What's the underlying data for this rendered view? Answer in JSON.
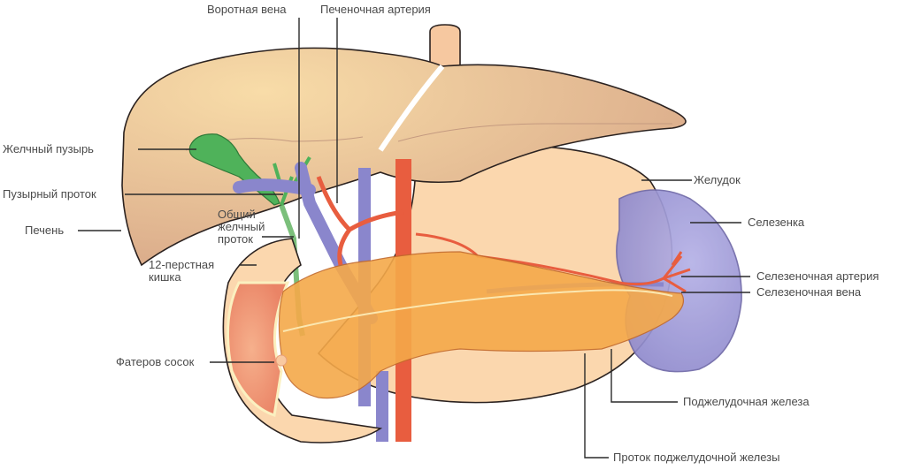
{
  "diagram": {
    "title": "Анатомия печени, желчных путей, поджелудочной железы и селезенки",
    "labels": {
      "portal_vein": "Воротная вена",
      "hepatic_artery": "Печеночная артерия",
      "gallbladder": "Желчный пузырь",
      "cystic_duct": "Пузырный проток",
      "liver": "Печень",
      "common_bile_duct_1": "Общий",
      "common_bile_duct_2": "желчный",
      "common_bile_duct_3": "проток",
      "duodenum_1": "12-перстная",
      "duodenum_2": "кишка",
      "vater_papilla": "Фатеров сосок",
      "stomach": "Желудок",
      "spleen": "Селезенка",
      "splenic_artery": "Селезеночная артерия",
      "splenic_vein": "Селезеночная вена",
      "pancreas": "Поджелудочная железа",
      "pancreatic_duct": "Проток поджелудочной железы"
    },
    "colors": {
      "liver": "#e8bf9a",
      "liver_highlight": "#f6d9a8",
      "stomach": "#fbd7ae",
      "pancreas": "#f5a94a",
      "gallbladder": "#4fb25a",
      "vein": "#8a86cc",
      "artery": "#e85d3f",
      "spleen": "#9c97d6",
      "duodenum_wall": "#ef8a6a",
      "mucosa": "#fbf0c0"
    }
  }
}
